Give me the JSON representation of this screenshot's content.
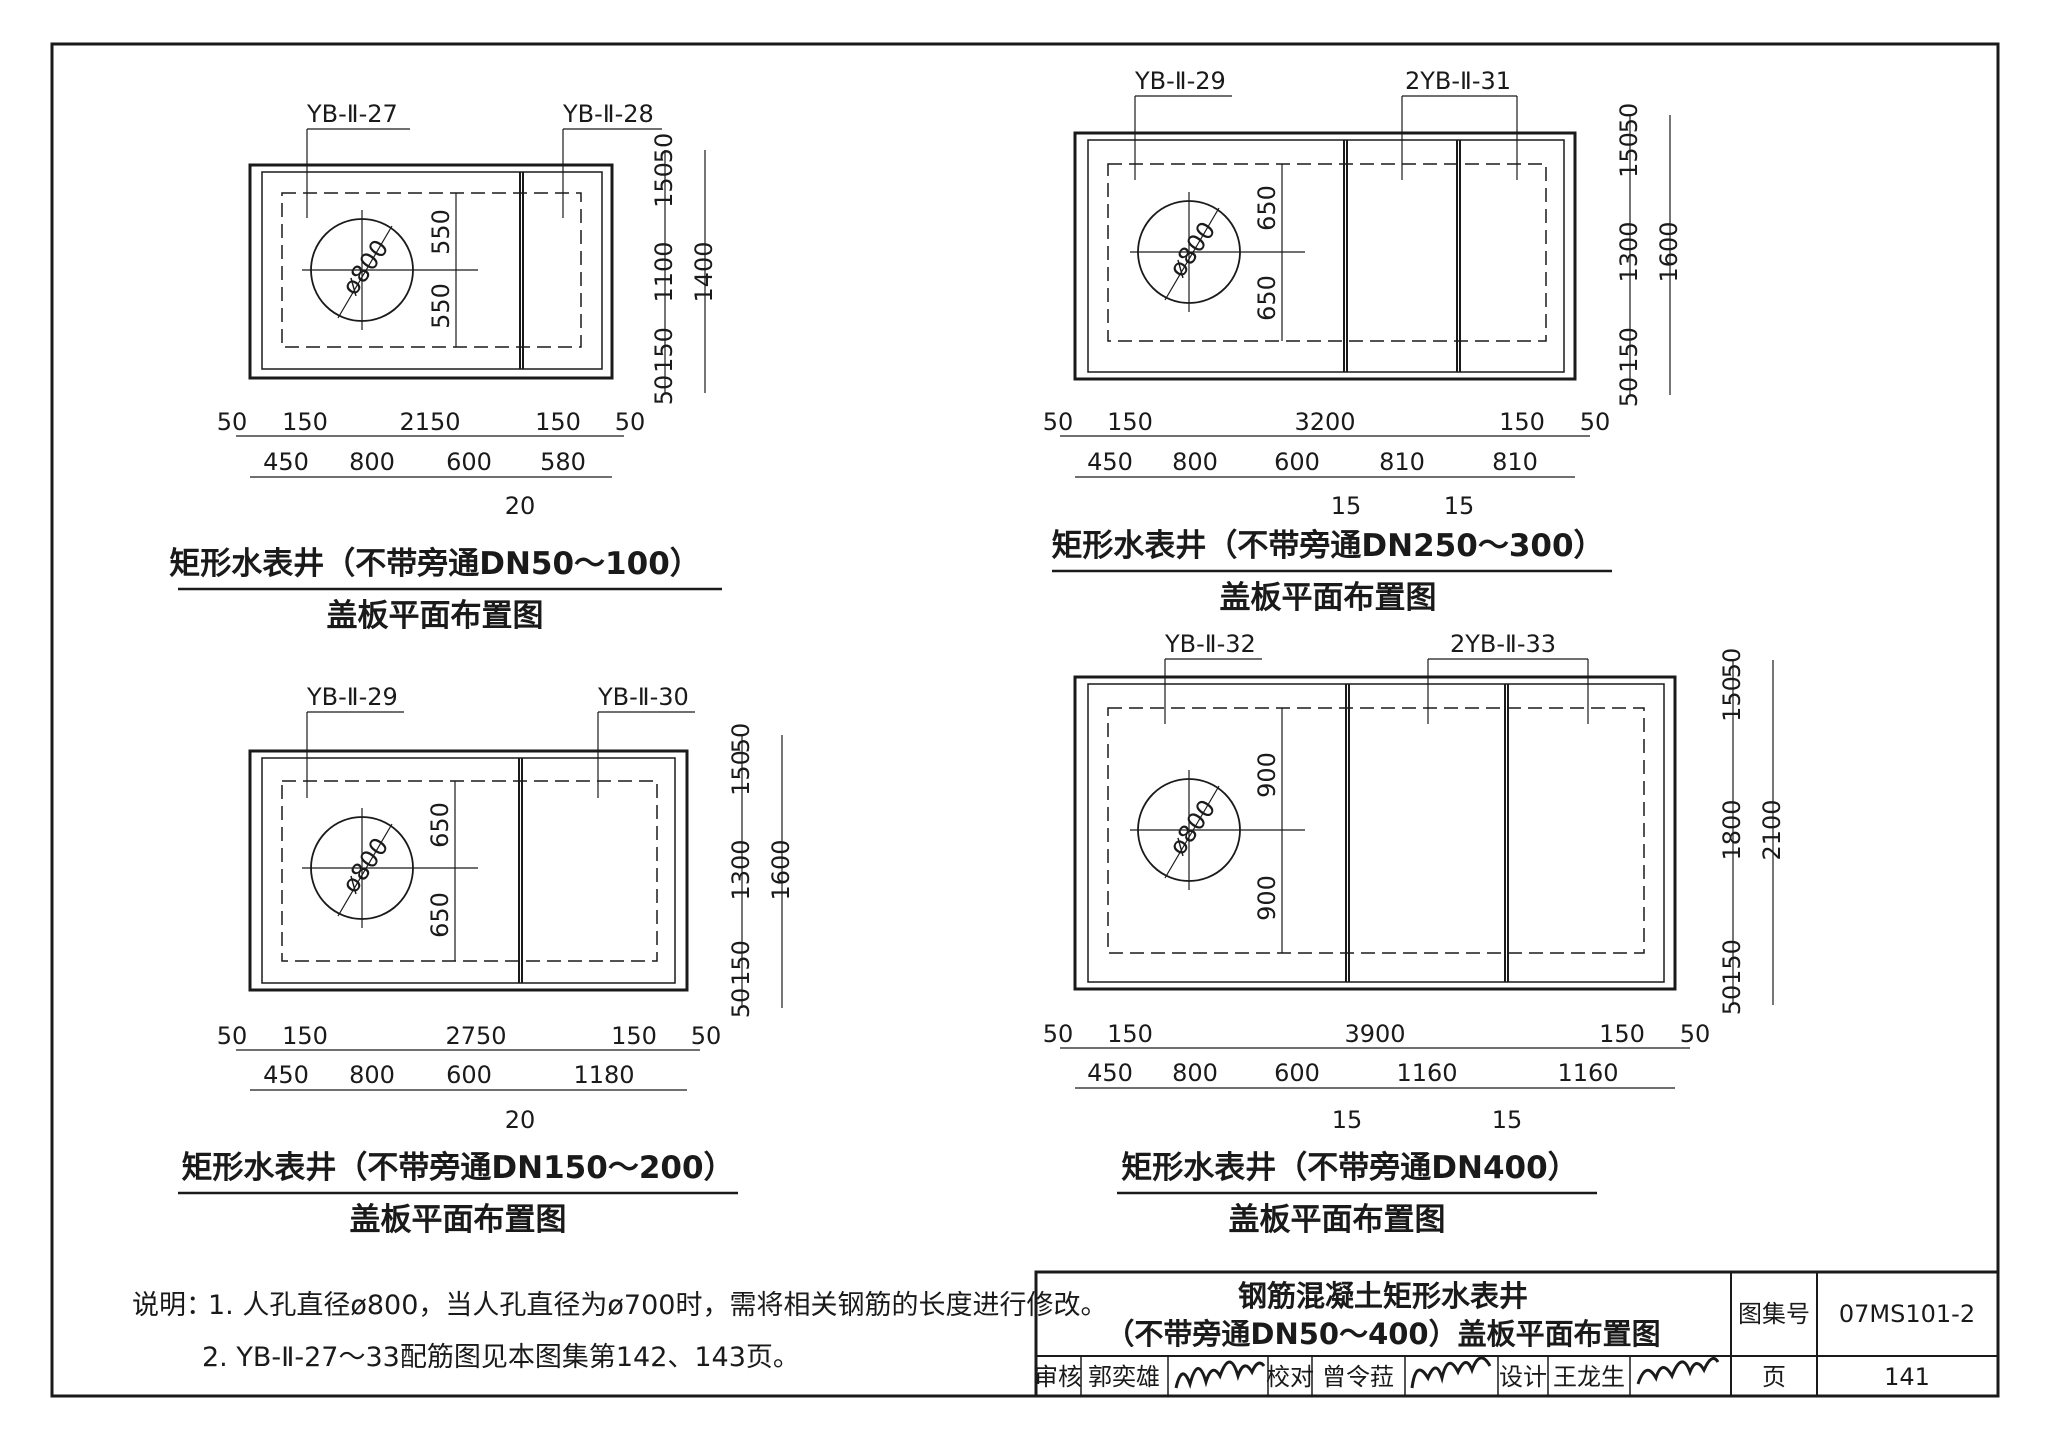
{
  "plans": [
    {
      "labels": [
        "YB-Ⅱ-27",
        "YB-Ⅱ-28"
      ],
      "circle": "ø800",
      "dims_v_inner": [
        "550",
        "550"
      ],
      "dims_v_right1": [
        "50",
        "150",
        "1100",
        "150",
        "50"
      ],
      "dims_v_right2": [
        "1400"
      ],
      "dims_top": [
        "50",
        "150",
        "2150",
        "150",
        "50"
      ],
      "dims_bottom": [
        "450",
        "800",
        "600",
        "580"
      ],
      "dims_below": [
        "20"
      ],
      "title": "矩形水表井（不带旁通DN50～100）",
      "subtitle": "盖板平面布置图"
    },
    {
      "labels": [
        "YB-Ⅱ-29",
        "2YB-Ⅱ-31"
      ],
      "circle": "ø800",
      "dims_v_inner": [
        "650",
        "650"
      ],
      "dims_v_right1": [
        "50",
        "150",
        "1300",
        "150",
        "50"
      ],
      "dims_v_right2": [
        "1600"
      ],
      "dims_top": [
        "50",
        "150",
        "3200",
        "150",
        "50"
      ],
      "dims_bottom": [
        "450",
        "800",
        "600",
        "810",
        "810"
      ],
      "dims_below": [
        "15",
        "15"
      ],
      "title": "矩形水表井（不带旁通DN250～300）",
      "subtitle": "盖板平面布置图"
    },
    {
      "labels": [
        "YB-Ⅱ-29",
        "YB-Ⅱ-30"
      ],
      "circle": "ø800",
      "dims_v_inner": [
        "650",
        "650"
      ],
      "dims_v_right1": [
        "50",
        "150",
        "1300",
        "150",
        "50"
      ],
      "dims_v_right2": [
        "1600"
      ],
      "dims_top": [
        "50",
        "150",
        "2750",
        "150",
        "50"
      ],
      "dims_bottom": [
        "450",
        "800",
        "600",
        "1180"
      ],
      "dims_below": [
        "20"
      ],
      "title": "矩形水表井（不带旁通DN150～200）",
      "subtitle": "盖板平面布置图"
    },
    {
      "labels": [
        "YB-Ⅱ-32",
        "2YB-Ⅱ-33"
      ],
      "circle": "ø800",
      "dims_v_inner": [
        "900",
        "900"
      ],
      "dims_v_right1": [
        "50",
        "150",
        "1800",
        "150",
        "50"
      ],
      "dims_v_right2": [
        "2100"
      ],
      "dims_top": [
        "50",
        "150",
        "3900",
        "150",
        "50"
      ],
      "dims_bottom": [
        "450",
        "800",
        "600",
        "1160",
        "1160"
      ],
      "dims_below": [
        "15",
        "15"
      ],
      "title": "矩形水表井（不带旁通DN400）",
      "subtitle": "盖板平面布置图"
    }
  ],
  "notes": {
    "prefix": "说明：",
    "line1": "1. 人孔直径ø800，当人孔直径为ø700时，需将相关钢筋的长度进行修改。",
    "line2": "2. YB-Ⅱ-27～33配筋图见本图集第142、143页。"
  },
  "title_block": {
    "title_line1": "钢筋混凝土矩形水表井",
    "title_line2": "（不带旁通DN50～400）盖板平面布置图",
    "atlas_label": "图集号",
    "atlas_value": "07MS101-2",
    "page_label": "页",
    "page_value": "141",
    "review_label": "审核",
    "review_name": "郭奕雄",
    "check_label": "校对",
    "check_name": "曾令菈",
    "design_label": "设计",
    "design_name": "王龙生"
  }
}
